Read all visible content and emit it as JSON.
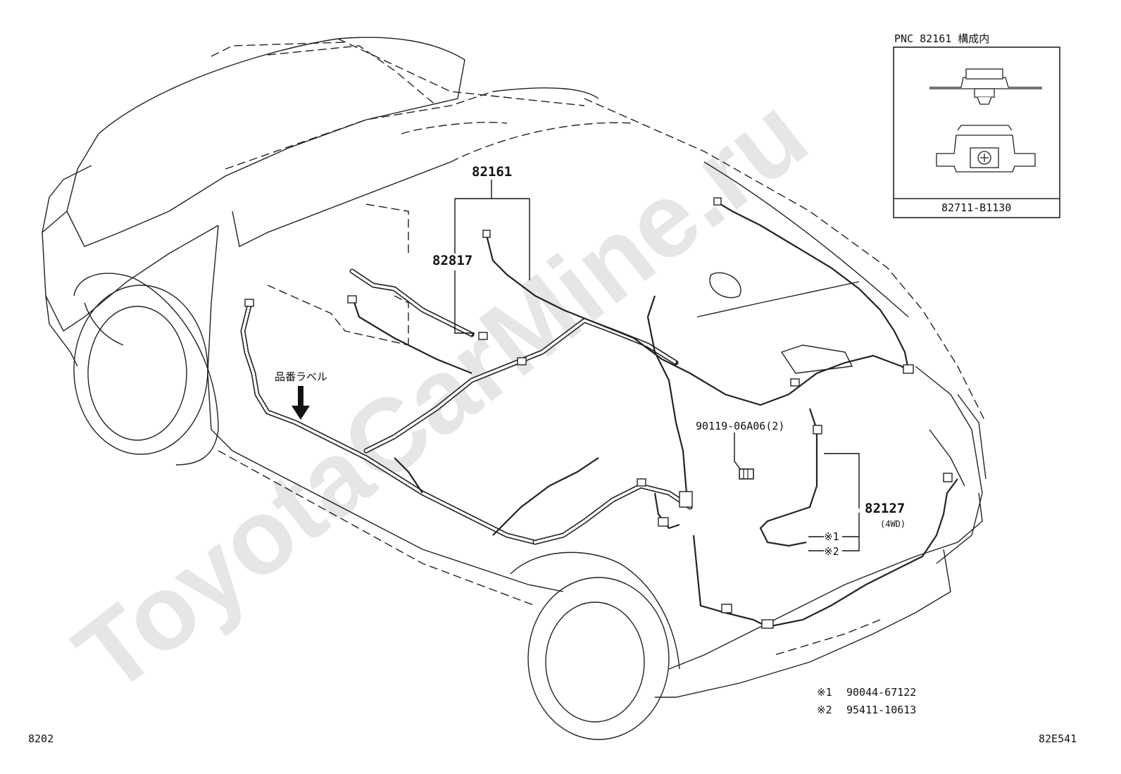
{
  "diagram": {
    "watermark": "ToyotaCarMine.ru",
    "callouts": {
      "main_harness": "82161",
      "sub_harness": "82817",
      "bolt": "90119-06A06(2)",
      "awd_harness": "82127",
      "awd_note": "(4WD)",
      "mark1": "※1",
      "mark2": "※2"
    },
    "label_tag": "品番ラベル",
    "inset": {
      "header": "PNC 82161 構成内",
      "part": "82711-B1130"
    },
    "legend": [
      {
        "mark": "※1",
        "part": "90044-67122"
      },
      {
        "mark": "※2",
        "part": "95411-10613"
      }
    ],
    "footer": {
      "left_code": "8202",
      "right_code": "82E541"
    }
  }
}
